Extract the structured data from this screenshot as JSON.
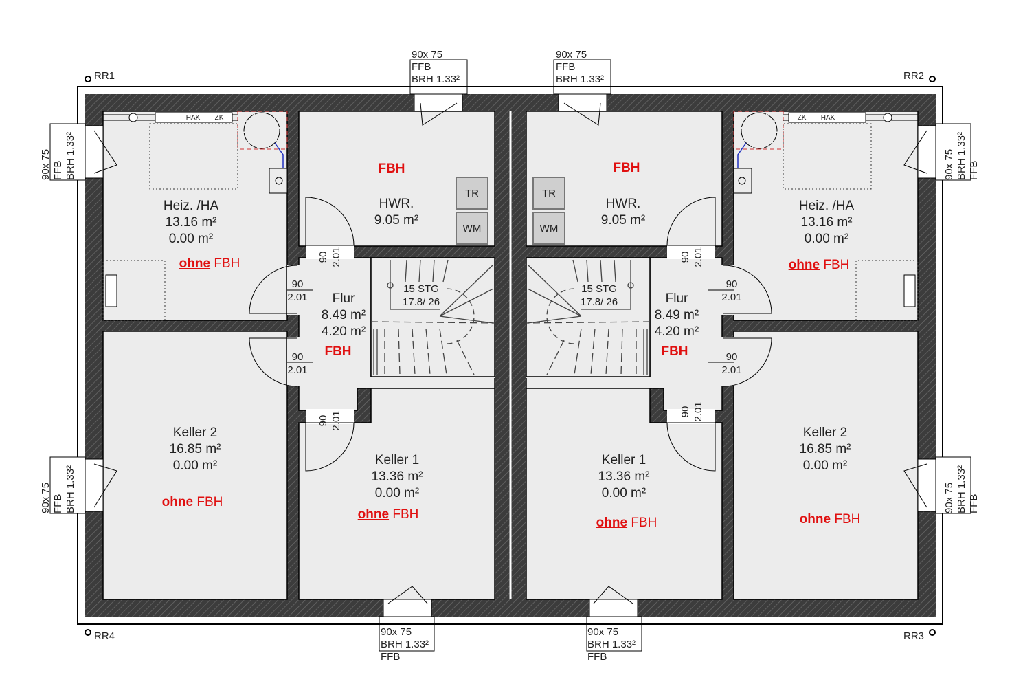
{
  "corners": {
    "tl": "RR1",
    "tr": "RR2",
    "br": "RR3",
    "bl": "RR4"
  },
  "windows": {
    "top": [
      {
        "size": "90x 75",
        "ffb": "FFB",
        "brh": "BRH 1.33²"
      },
      {
        "size": "90x 75",
        "ffb": "FFB",
        "brh": "BRH 1.33²"
      }
    ],
    "left": [
      {
        "size": "90x 75",
        "ffb": "FFB",
        "brh": "BRH 1.33²"
      },
      {
        "size": "90x 75",
        "ffb": "FFB",
        "brh": "BRH 1.33²"
      }
    ],
    "right": [
      {
        "size": "90x 75",
        "ffb": "FFB",
        "brh": "BRH 1.33²"
      },
      {
        "size": "90x 75",
        "ffb": "FFB",
        "brh": "BRH 1.33²"
      }
    ],
    "bottom": [
      {
        "size": "90x 75",
        "brh": "BRH 1.33²",
        "ffb": "FFB"
      },
      {
        "size": "90x 75",
        "brh": "BRH 1.33²",
        "ffb": "FFB"
      }
    ]
  },
  "units": [
    {
      "heiz": {
        "name": "Heiz. /HA",
        "area": "13.16 m²",
        "area2": "0.00 m²",
        "ohne": "ohne",
        "fbh": "FBH"
      },
      "hwr": {
        "fbh": "FBH",
        "name": "HWR.",
        "area": "9.05 m²"
      },
      "flur": {
        "name": "Flur",
        "area": "8.49 m²",
        "area2": "4.20 m²",
        "fbh": "FBH"
      },
      "keller2": {
        "name": "Keller 2",
        "area": "16.85 m²",
        "area2": "0.00 m²",
        "ohne": "ohne",
        "fbh": "FBH"
      },
      "keller1": {
        "name": "Keller 1",
        "area": "13.36 m²",
        "area2": "0.00 m²",
        "ohne": "ohne",
        "fbh": "FBH"
      },
      "stairs": {
        "steps": "15 STG",
        "ratio": "17.8/ 26"
      },
      "fixtures": {
        "tr": "TR",
        "wm": "WM",
        "hak": "HAK",
        "zk": "ZK"
      },
      "door_width": "90",
      "door_height": "2.01"
    },
    {
      "heiz": {
        "name": "Heiz. /HA",
        "area": "13.16 m²",
        "area2": "0.00 m²",
        "ohne": "ohne",
        "fbh": "FBH"
      },
      "hwr": {
        "fbh": "FBH",
        "name": "HWR.",
        "area": "9.05 m²"
      },
      "flur": {
        "name": "Flur",
        "area": "8.49 m²",
        "area2": "4.20 m²",
        "fbh": "FBH"
      },
      "keller2": {
        "name": "Keller 2",
        "area": "16.85 m²",
        "area2": "0.00 m²",
        "ohne": "ohne",
        "fbh": "FBH"
      },
      "keller1": {
        "name": "Keller 1",
        "area": "13.36 m²",
        "area2": "0.00 m²",
        "ohne": "ohne",
        "fbh": "FBH"
      },
      "stairs": {
        "steps": "15 STG",
        "ratio": "17.8/ 26"
      },
      "fixtures": {
        "tr": "TR",
        "wm": "WM",
        "hak": "HAK",
        "zk": "ZK"
      },
      "door_width": "90",
      "door_height": "2.01"
    }
  ],
  "colors": {
    "wall": "#3c3c3c",
    "room": "#ececec",
    "fbh": "#e01010"
  }
}
